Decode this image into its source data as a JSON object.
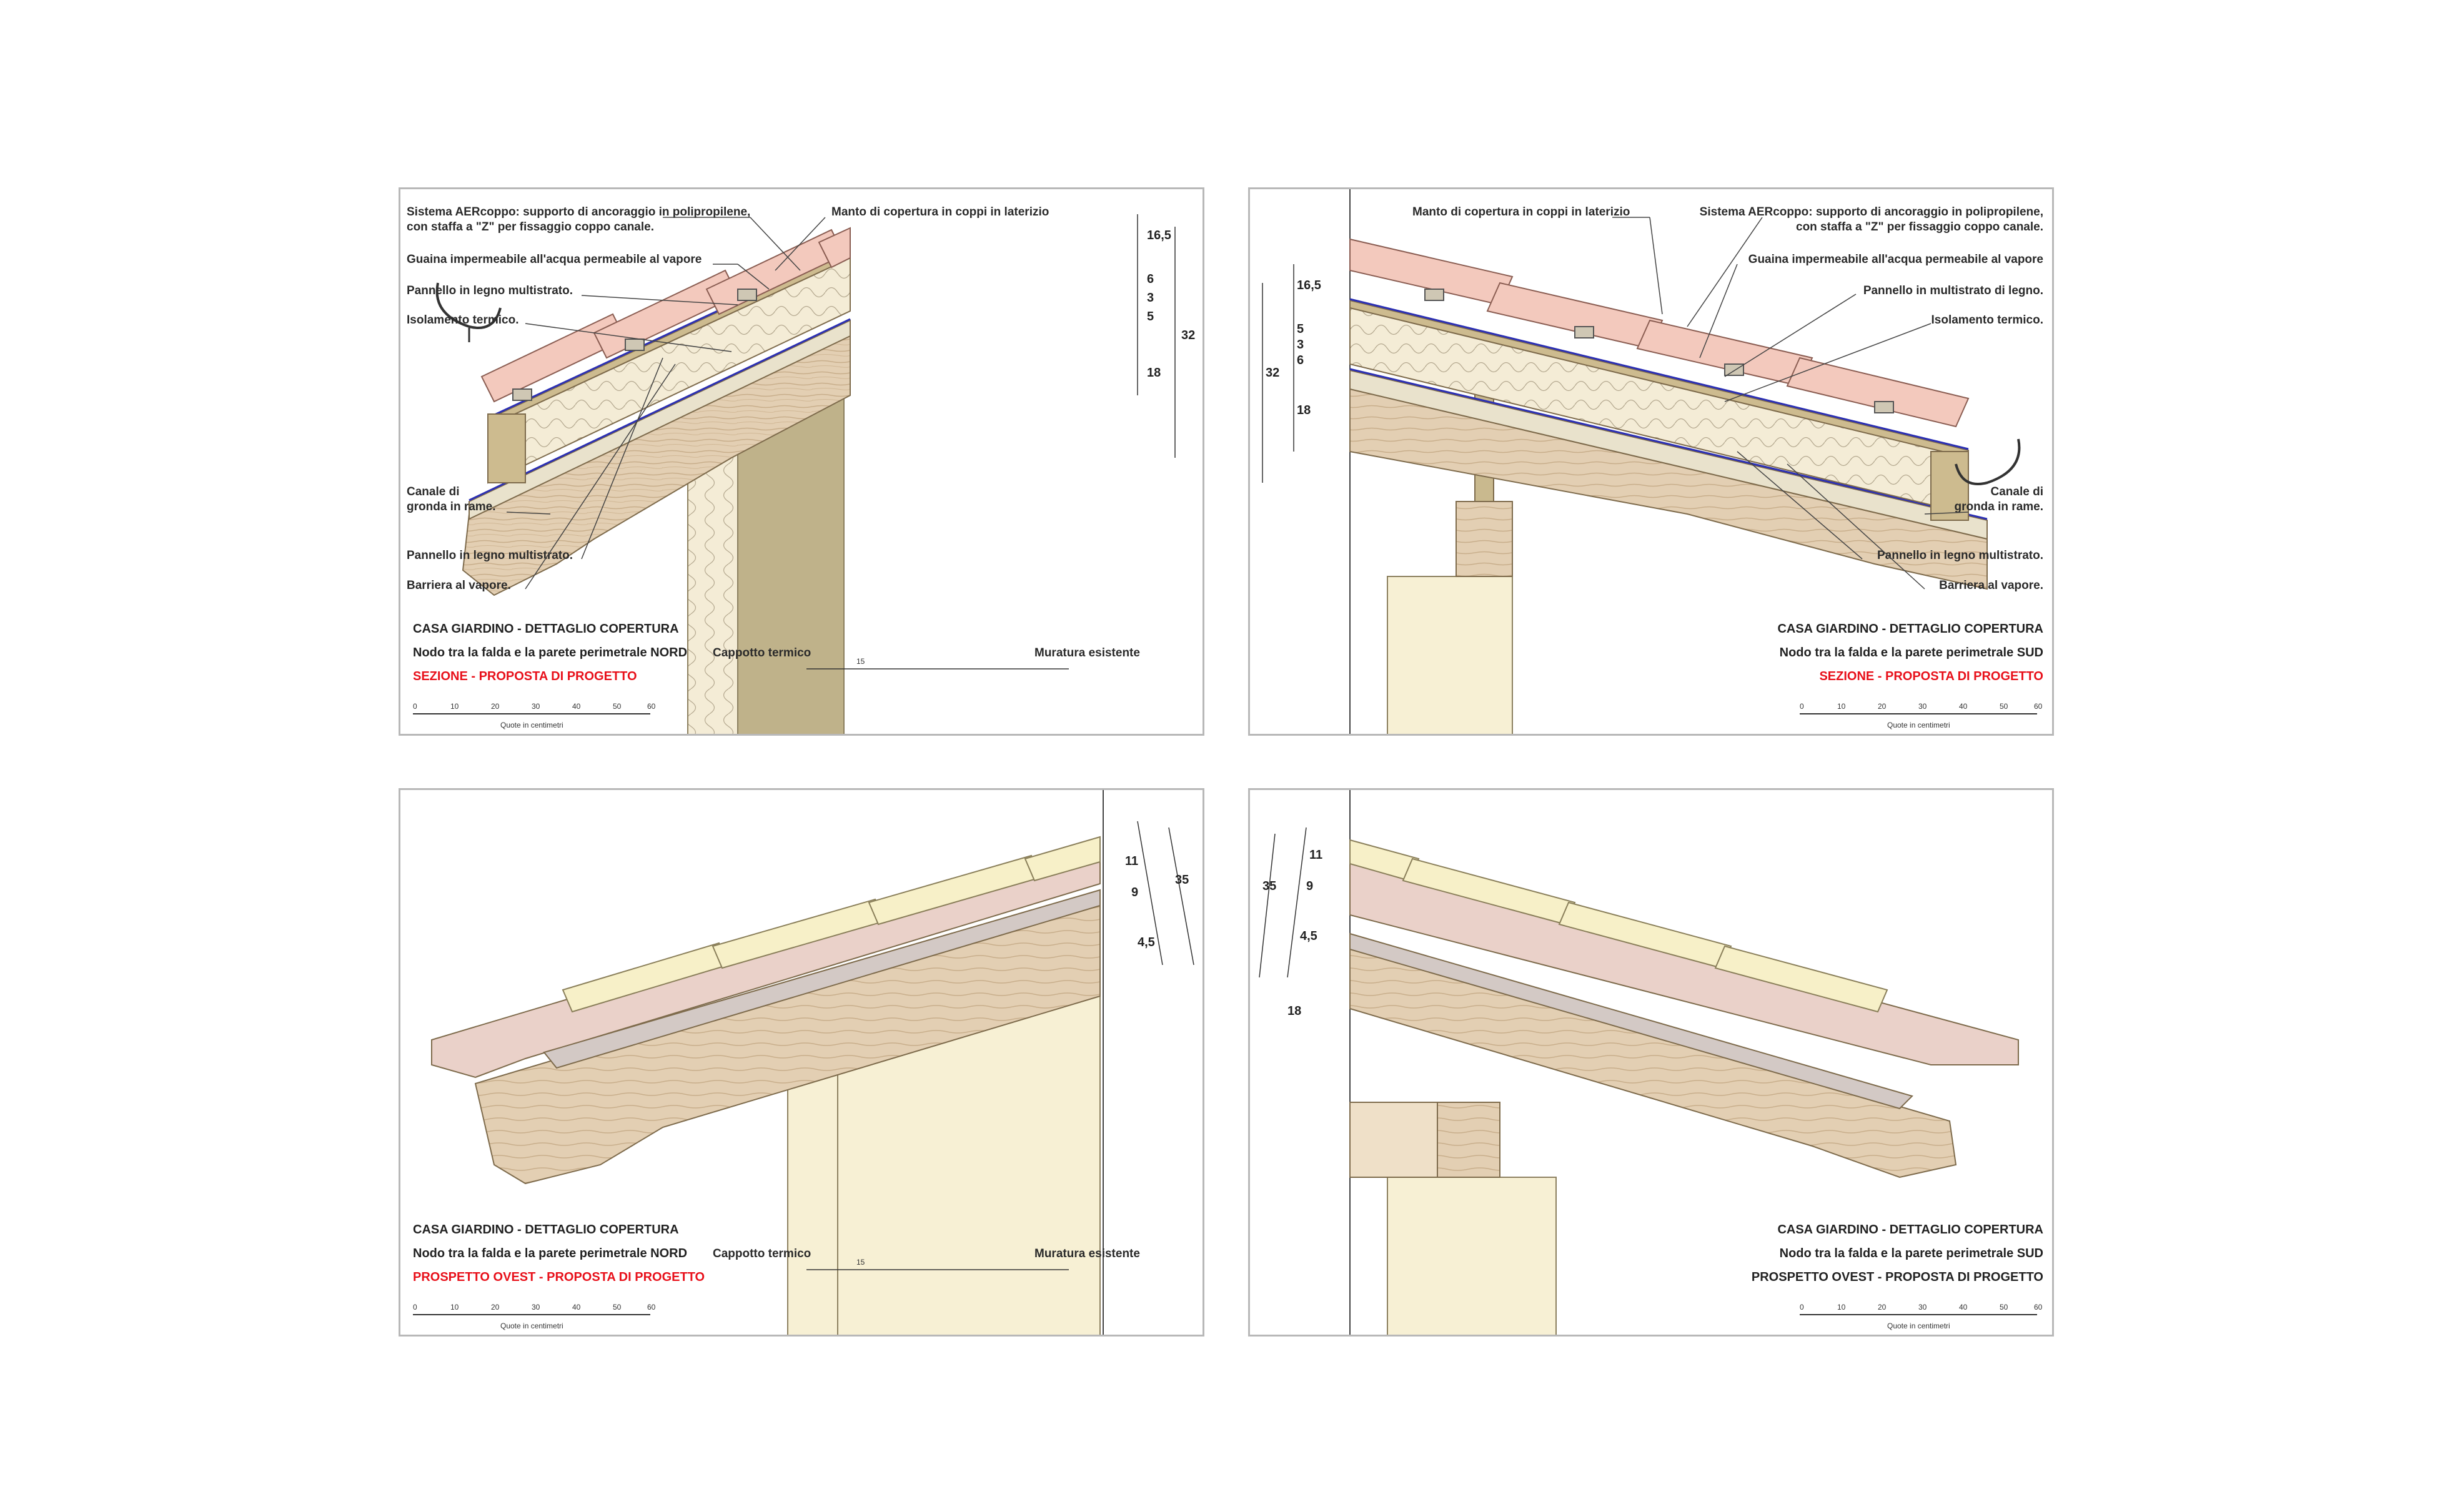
{
  "panels": {
    "nw": {
      "label_aercoppo_1": "Sistema AERcoppo: supporto di ancoraggio in polipropilene,",
      "label_aercoppo_2": "con staffa a \"Z\" per fissaggio coppo canale.",
      "label_manto": "Manto di copertura in coppi in laterizio",
      "label_guaina": "Guaina impermeabile all'acqua permeabile al vapore",
      "label_pannello_top": "Pannello in legno multistrato.",
      "label_isolamento": "Isolamento termico.",
      "label_canale_1": "Canale di",
      "label_canale_2": "gronda in rame.",
      "label_pannello_bottom": "Pannello in legno multistrato.",
      "label_barriera": "Barriera al vapore.",
      "title_1": "CASA GIARDINO - DETTAGLIO COPERTURA",
      "title_2": "Nodo tra la falda e la parete perimetrale NORD",
      "title_3": "SEZIONE - PROPOSTA DI PROGETTO",
      "cappotto": "Cappotto termico",
      "cappotto_dim": "15",
      "muratura": "Muratura esistente",
      "dims": [
        "16,5",
        "6",
        "3",
        "5",
        "32",
        "18"
      ]
    },
    "ne": {
      "label_manto": "Manto di copertura in coppi in laterizio",
      "label_aercoppo_1": "Sistema AERcoppo: supporto di ancoraggio in polipropilene,",
      "label_aercoppo_2": "con staffa a \"Z\" per fissaggio coppo canale.",
      "label_guaina": "Guaina impermeabile all'acqua permeabile al vapore",
      "label_pannello_top": "Pannello in multistrato di legno.",
      "label_isolamento": "Isolamento termico.",
      "label_canale_1": "Canale di",
      "label_canale_2": "gronda in rame.",
      "label_pannello_bottom": "Pannello in legno multistrato.",
      "label_barriera": "Barriera al vapore.",
      "title_1": "CASA GIARDINO - DETTAGLIO COPERTURA",
      "title_2": "Nodo tra la falda e la parete perimetrale SUD",
      "title_3": "SEZIONE - PROPOSTA DI PROGETTO",
      "dims": [
        "16,5",
        "5",
        "3",
        "6",
        "32",
        "18"
      ]
    },
    "sw": {
      "title_1": "CASA GIARDINO - DETTAGLIO COPERTURA",
      "title_2": "Nodo tra la falda e la parete perimetrale NORD",
      "title_3": "PROSPETTO OVEST - PROPOSTA DI PROGETTO",
      "cappotto": "Cappotto termico",
      "cappotto_dim": "15",
      "muratura": "Muratura esistente",
      "dims": [
        "11",
        "9",
        "35",
        "4,5"
      ]
    },
    "se": {
      "title_1": "CASA GIARDINO - DETTAGLIO COPERTURA",
      "title_2": "Nodo tra la falda e la parete perimetrale SUD",
      "title_3": "PROSPETTO OVEST - PROPOSTA DI PROGETTO",
      "dims": [
        "35",
        "11",
        "9",
        "4,5",
        "18"
      ]
    }
  },
  "scale": {
    "ticks": [
      "0",
      "10",
      "20",
      "30",
      "40",
      "50",
      "60"
    ],
    "caption": "Quote in centimetri"
  },
  "colors": {
    "tile": "#f3c9bd",
    "tile_elev": "#f7f0c8",
    "cornice": "#ead1c9",
    "insulation": "#f3ead3",
    "panel_wood": "#cdbb8f",
    "wood": "#e2cfb5",
    "masonry": "#bfb28a",
    "membrane": "#2b2fb3",
    "red": "#e8101a"
  }
}
